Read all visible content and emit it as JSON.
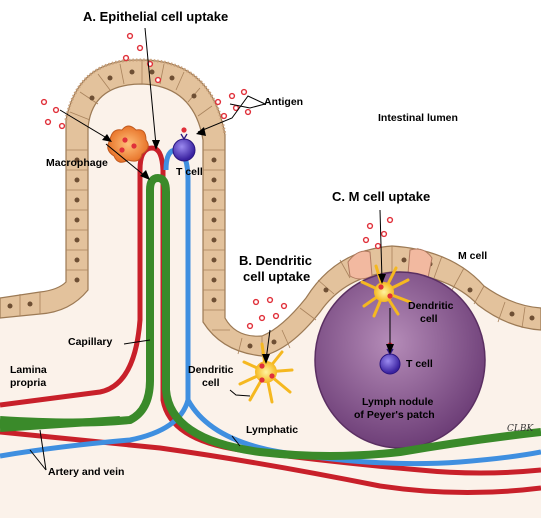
{
  "headings": {
    "a": "A. Epithelial cell uptake",
    "b_line1": "B. Dendritic",
    "b_line2": "cell uptake",
    "c": "C. M cell uptake"
  },
  "labels": {
    "antigen": "Antigen",
    "intestinal_lumen": "Intestinal lumen",
    "macrophage": "Macrophage",
    "t_cell_villus": "T cell",
    "m_cell": "M cell",
    "dendritic_cell_nodule_line1": "Dendritic",
    "dendritic_cell_nodule_line2": "cell",
    "t_cell_nodule": "T cell",
    "lymph_nodule_line1": "Lymph nodule",
    "lymph_nodule_line2": "of Peyer's patch",
    "dendritic_cell_lp_line1": "Dendritic",
    "dendritic_cell_lp_line2": "cell",
    "capillary": "Capillary",
    "lamina_propria_line1": "Lamina",
    "lamina_propria_line2": "propria",
    "lymphatic": "Lymphatic",
    "artery_and_vein": "Artery and vein",
    "signature": "CLBK"
  },
  "colors": {
    "epithelium": "#e3c29c",
    "epithelium_outline": "#9c7a55",
    "lamina_propria": "#fbf2ea",
    "artery": "#c8202a",
    "vein": "#3f8fe0",
    "lymphatic": "#3a8a2a",
    "antigen": "#e0303a",
    "lymph_nodule": "#8a5a90",
    "dendritic": "#f5b820",
    "macrophage": "#f08a30",
    "t_cell": "#5a3ac0"
  }
}
